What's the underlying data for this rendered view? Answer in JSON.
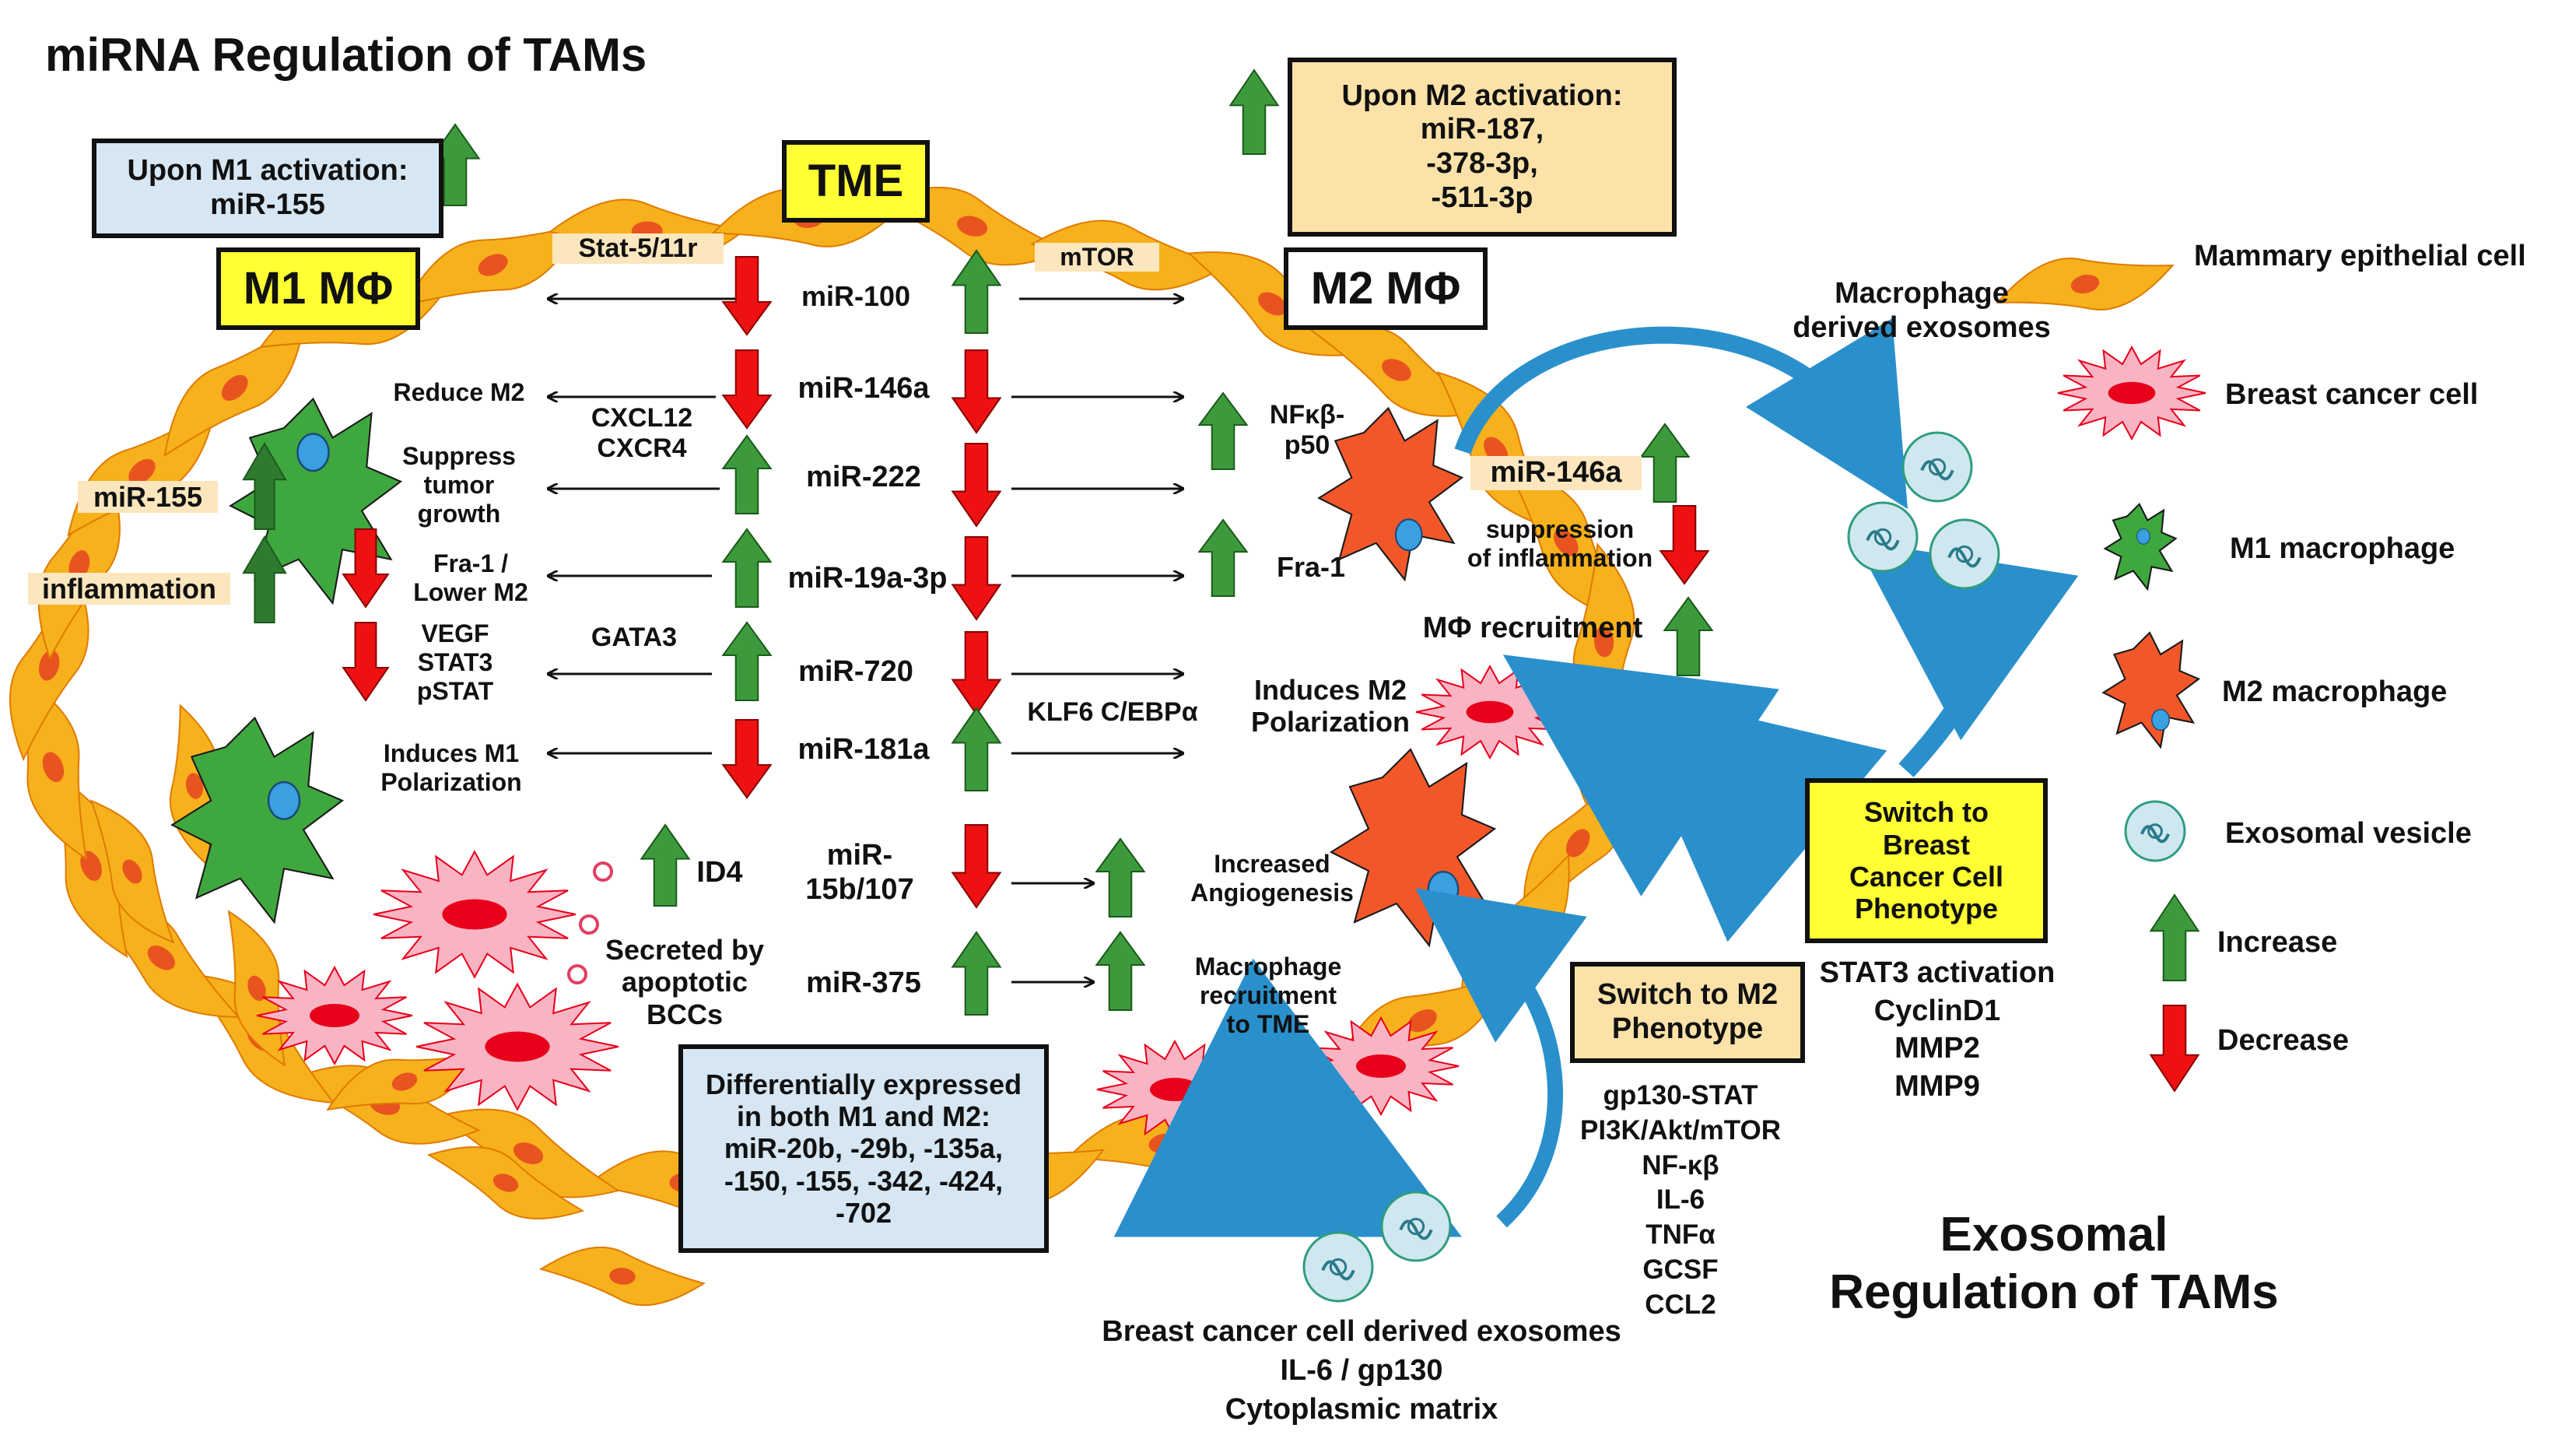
{
  "colors": {
    "cell_fill": "#f7b11c",
    "cell_stroke": "#e07a00",
    "nucleus": "#e8541f",
    "increase": "#3c9a3c",
    "decrease": "#ee1111",
    "m1_green": "#3ea83e",
    "m2_red": "#f2572a",
    "cancer_fill": "#f9b4c4",
    "cancer_nucleus": "#e8001a",
    "exosome": "#cfe7ee",
    "blue_arrow": "#2a90cc",
    "yellow_box": "#ffff33",
    "cream_box": "#fce2a8",
    "light_blue_box": "#d6e6f3"
  },
  "titles": {
    "main": "miRNA Regulation of TAMs",
    "exosomal": "Exosomal\nRegulation of TAMs"
  },
  "boxes": {
    "tme": "TME",
    "m1": "M1 MΦ",
    "m2": "M2 MΦ",
    "m1_activation": "Upon M1 activation:\nmiR-155",
    "m2_activation": "Upon M2 activation:\nmiR-187,\n-378-3p,\n-511-3p",
    "differential": "Differentially  expressed\nin both M1 and M2:\nmiR-20b, -29b, -135a,\n-150, -155, -342, -424,\n-702",
    "switch_bcc": "Switch to\nBreast\nCancer Cell\nPhenotype",
    "switch_m2": "Switch to M2\nPhenotype"
  },
  "mirnas": [
    "miR-100",
    "miR-146a",
    "miR-222",
    "miR-19a-3p",
    "miR-720",
    "miR-181a",
    "miR-\n15b/107",
    "miR-375"
  ],
  "left_labels": {
    "stat": "Stat-5/11r",
    "reduce_m2": "Reduce M2",
    "cxcl12": "CXCL12\nCXCR4",
    "suppress": "Suppress\ntumor\ngrowth",
    "mir155": "miR-155",
    "inflammation": "inflammation",
    "fra1_lower": "Fra-1 /\nLower M2",
    "vegf": "VEGF\nSTAT3\npSTAT",
    "gata3": "GATA3",
    "induces_m1": "Induces M1\nPolarization",
    "id4": "ID4",
    "secreted": "Secreted by\napoptotic\nBCCs"
  },
  "right_labels": {
    "mtor": "mTOR",
    "nfkb_p50": "NFκβ-\np50",
    "fra1": "Fra-1",
    "klf6": "KLF6 C/EBPα",
    "induces_m2": "Induces M2\nPolarization",
    "angiogenesis": "Increased\nAngiogenesis",
    "mac_recruit_tme": "Macrophage\nrecruitment\nto TME",
    "mir146a_right": "miR-146a",
    "suppression": "suppression\nof inflammation",
    "mphi_recruit": "MΦ recruitment",
    "mac_exosomes": "Macrophage\nderived exosomes",
    "bcc_exosomes": "Breast cancer cell derived exosomes\nIL-6 / gp130\nCytoplasmic matrix",
    "stat3_list": "STAT3 activation\nCyclinD1\nMMP2\nMMP9",
    "gp130_list": "gp130-STAT\nPI3K/Akt/mTOR\nNF-κβ\nIL-6\nTNFα\nGCSF\nCCL2"
  },
  "legend": [
    {
      "label": "Mammary epithelial cell",
      "icon": "epithelial-cell-icon"
    },
    {
      "label": "Breast cancer cell",
      "icon": "cancer-cell-icon"
    },
    {
      "label": "M1 macrophage",
      "icon": "m1-macrophage-icon"
    },
    {
      "label": "M2 macrophage",
      "icon": "m2-macrophage-icon"
    },
    {
      "label": "Exosomal vesicle",
      "icon": "exosome-icon"
    },
    {
      "label": "Increase",
      "icon": "increase-arrow-icon"
    },
    {
      "label": "Decrease",
      "icon": "decrease-arrow-icon"
    }
  ]
}
